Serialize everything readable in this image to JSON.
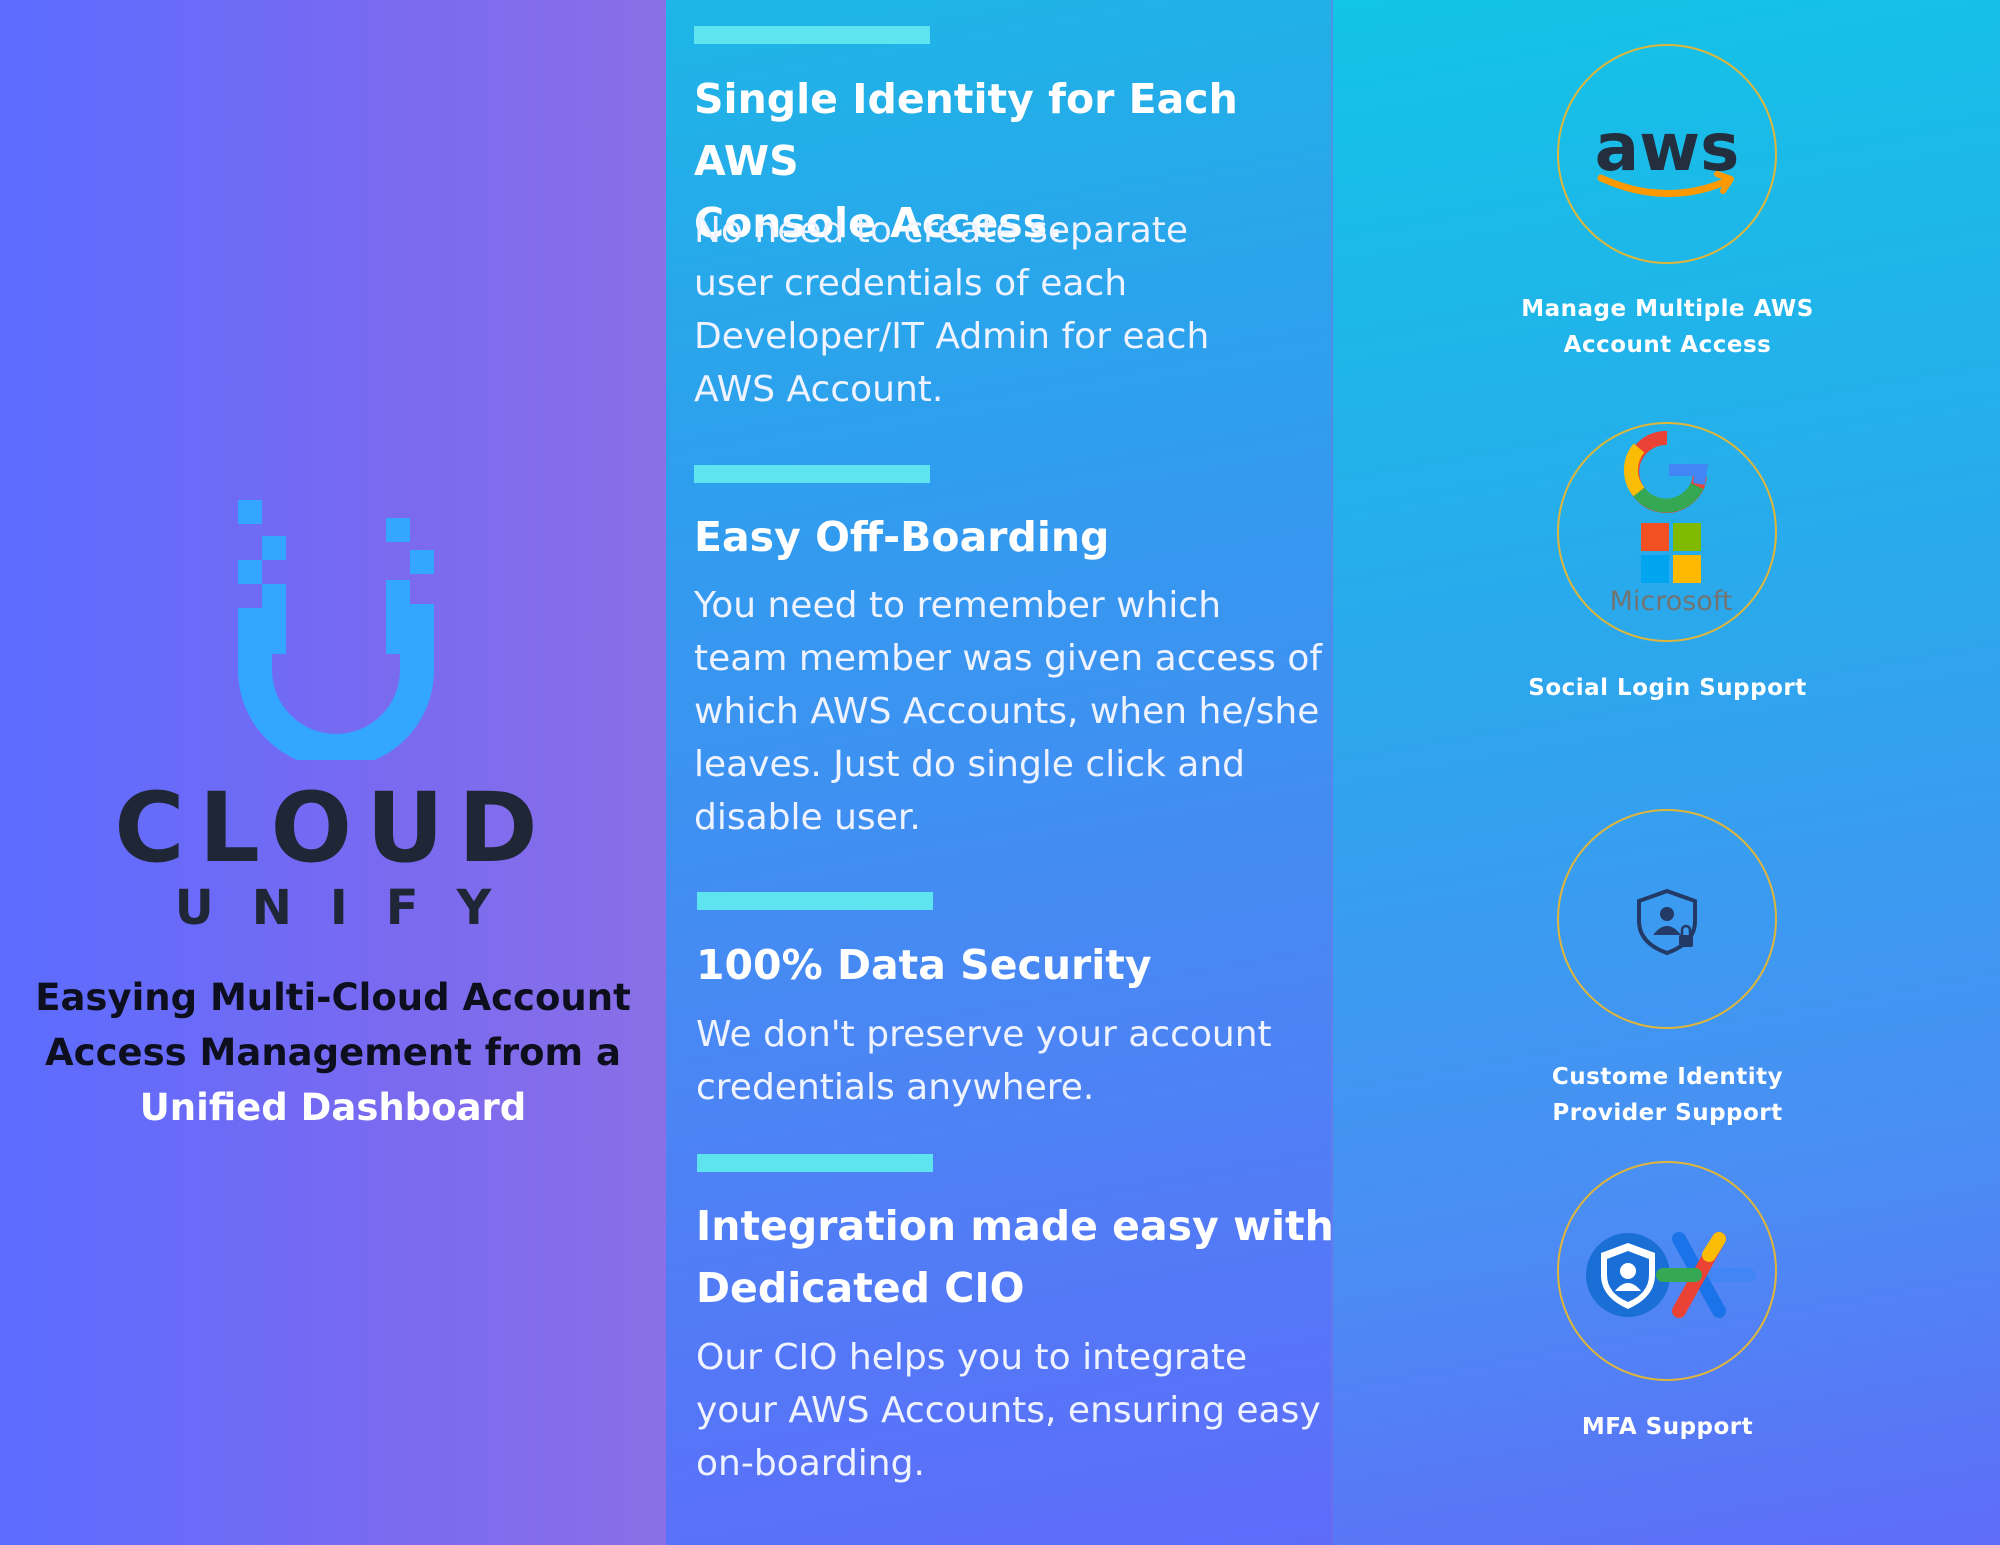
{
  "brand": {
    "name_line1": "CLOUD",
    "name_line2": "UNIFY",
    "logo_color": "#33a6ff",
    "text_color": "#1f2636"
  },
  "tagline": {
    "line1": "Easying Multi-Cloud Account",
    "line2": "Access Management  from a",
    "line3": "Unified Dashboard"
  },
  "features": [
    {
      "title_line1": "Single Identity for Each AWS",
      "title_line2": "Console Access.",
      "body_lines": [
        "No need to create separate",
        "user credentials of each",
        "Developer/IT Admin for each",
        "AWS Account."
      ]
    },
    {
      "title_line1": "Easy Off-Boarding",
      "body_lines": [
        "You need to remember which",
        "team member was given access of",
        "which AWS Accounts, when he/she",
        "leaves. Just do single click and",
        "disable user."
      ]
    },
    {
      "title_line1": "100% Data Security",
      "body_lines": [
        "We don't preserve your account",
        "credentials anywhere."
      ]
    },
    {
      "title_line1": "Integration made easy with",
      "title_line2": "Dedicated CIO",
      "body_lines": [
        "Our CIO helps you to integrate",
        "your AWS Accounts, ensuring easy",
        "on-boarding."
      ]
    }
  ],
  "support_items": [
    {
      "icon": "aws-logo-icon",
      "logo_text": "aws",
      "caption_line1": "Manage Multiple AWS",
      "caption_line2": "Account Access"
    },
    {
      "icon": "google-microsoft-icon",
      "logo_text": "Microsoft",
      "caption_line1": "Social Login Support"
    },
    {
      "icon": "identity-shield-icon",
      "caption_line1": "Custome Identity",
      "caption_line2": "Provider Support"
    },
    {
      "icon": "authenticator-icon",
      "caption_line1": "MFA Support"
    }
  ],
  "colors": {
    "accent_bar": "#5ee4ee",
    "circle_border": "#e0b63a"
  }
}
